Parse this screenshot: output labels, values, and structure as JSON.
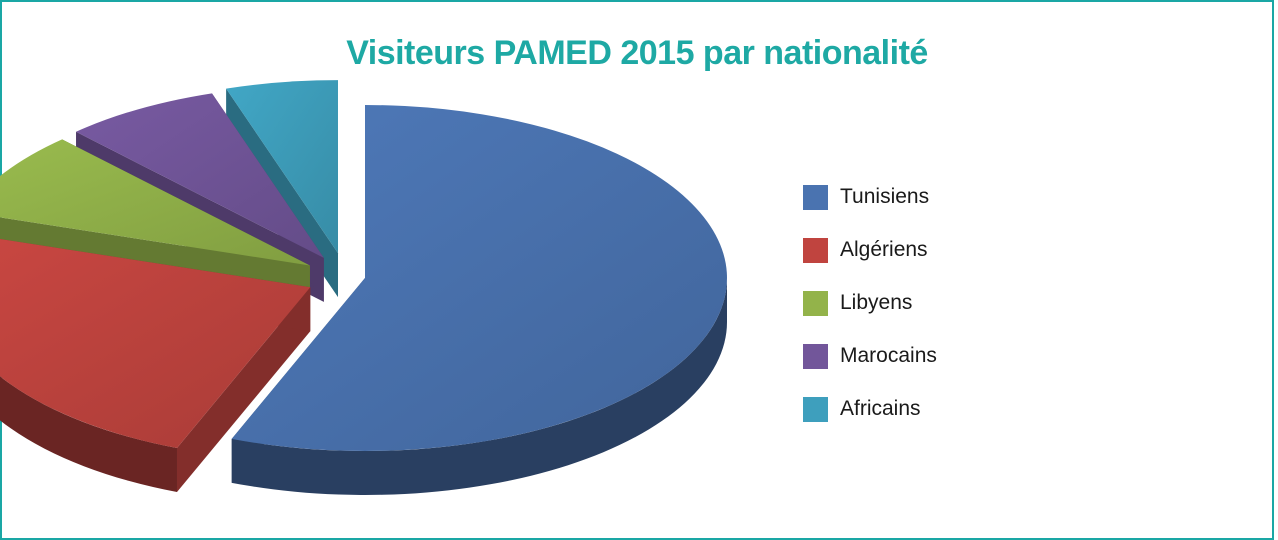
{
  "chart_data": {
    "type": "pie",
    "title": "Visiteurs PAMED 2015 par nationalité",
    "categories": [
      "Tunisiens",
      "Algériens",
      "Libyens",
      "Marocains",
      "Africains"
    ],
    "values": [
      56,
      24,
      8,
      7,
      5
    ],
    "unit": "%",
    "colors": [
      "#4a73b0",
      "#c0443f",
      "#93b34a",
      "#72569a",
      "#3e9fbd"
    ],
    "exploded": true,
    "three_d": true,
    "legend_position": "right"
  }
}
